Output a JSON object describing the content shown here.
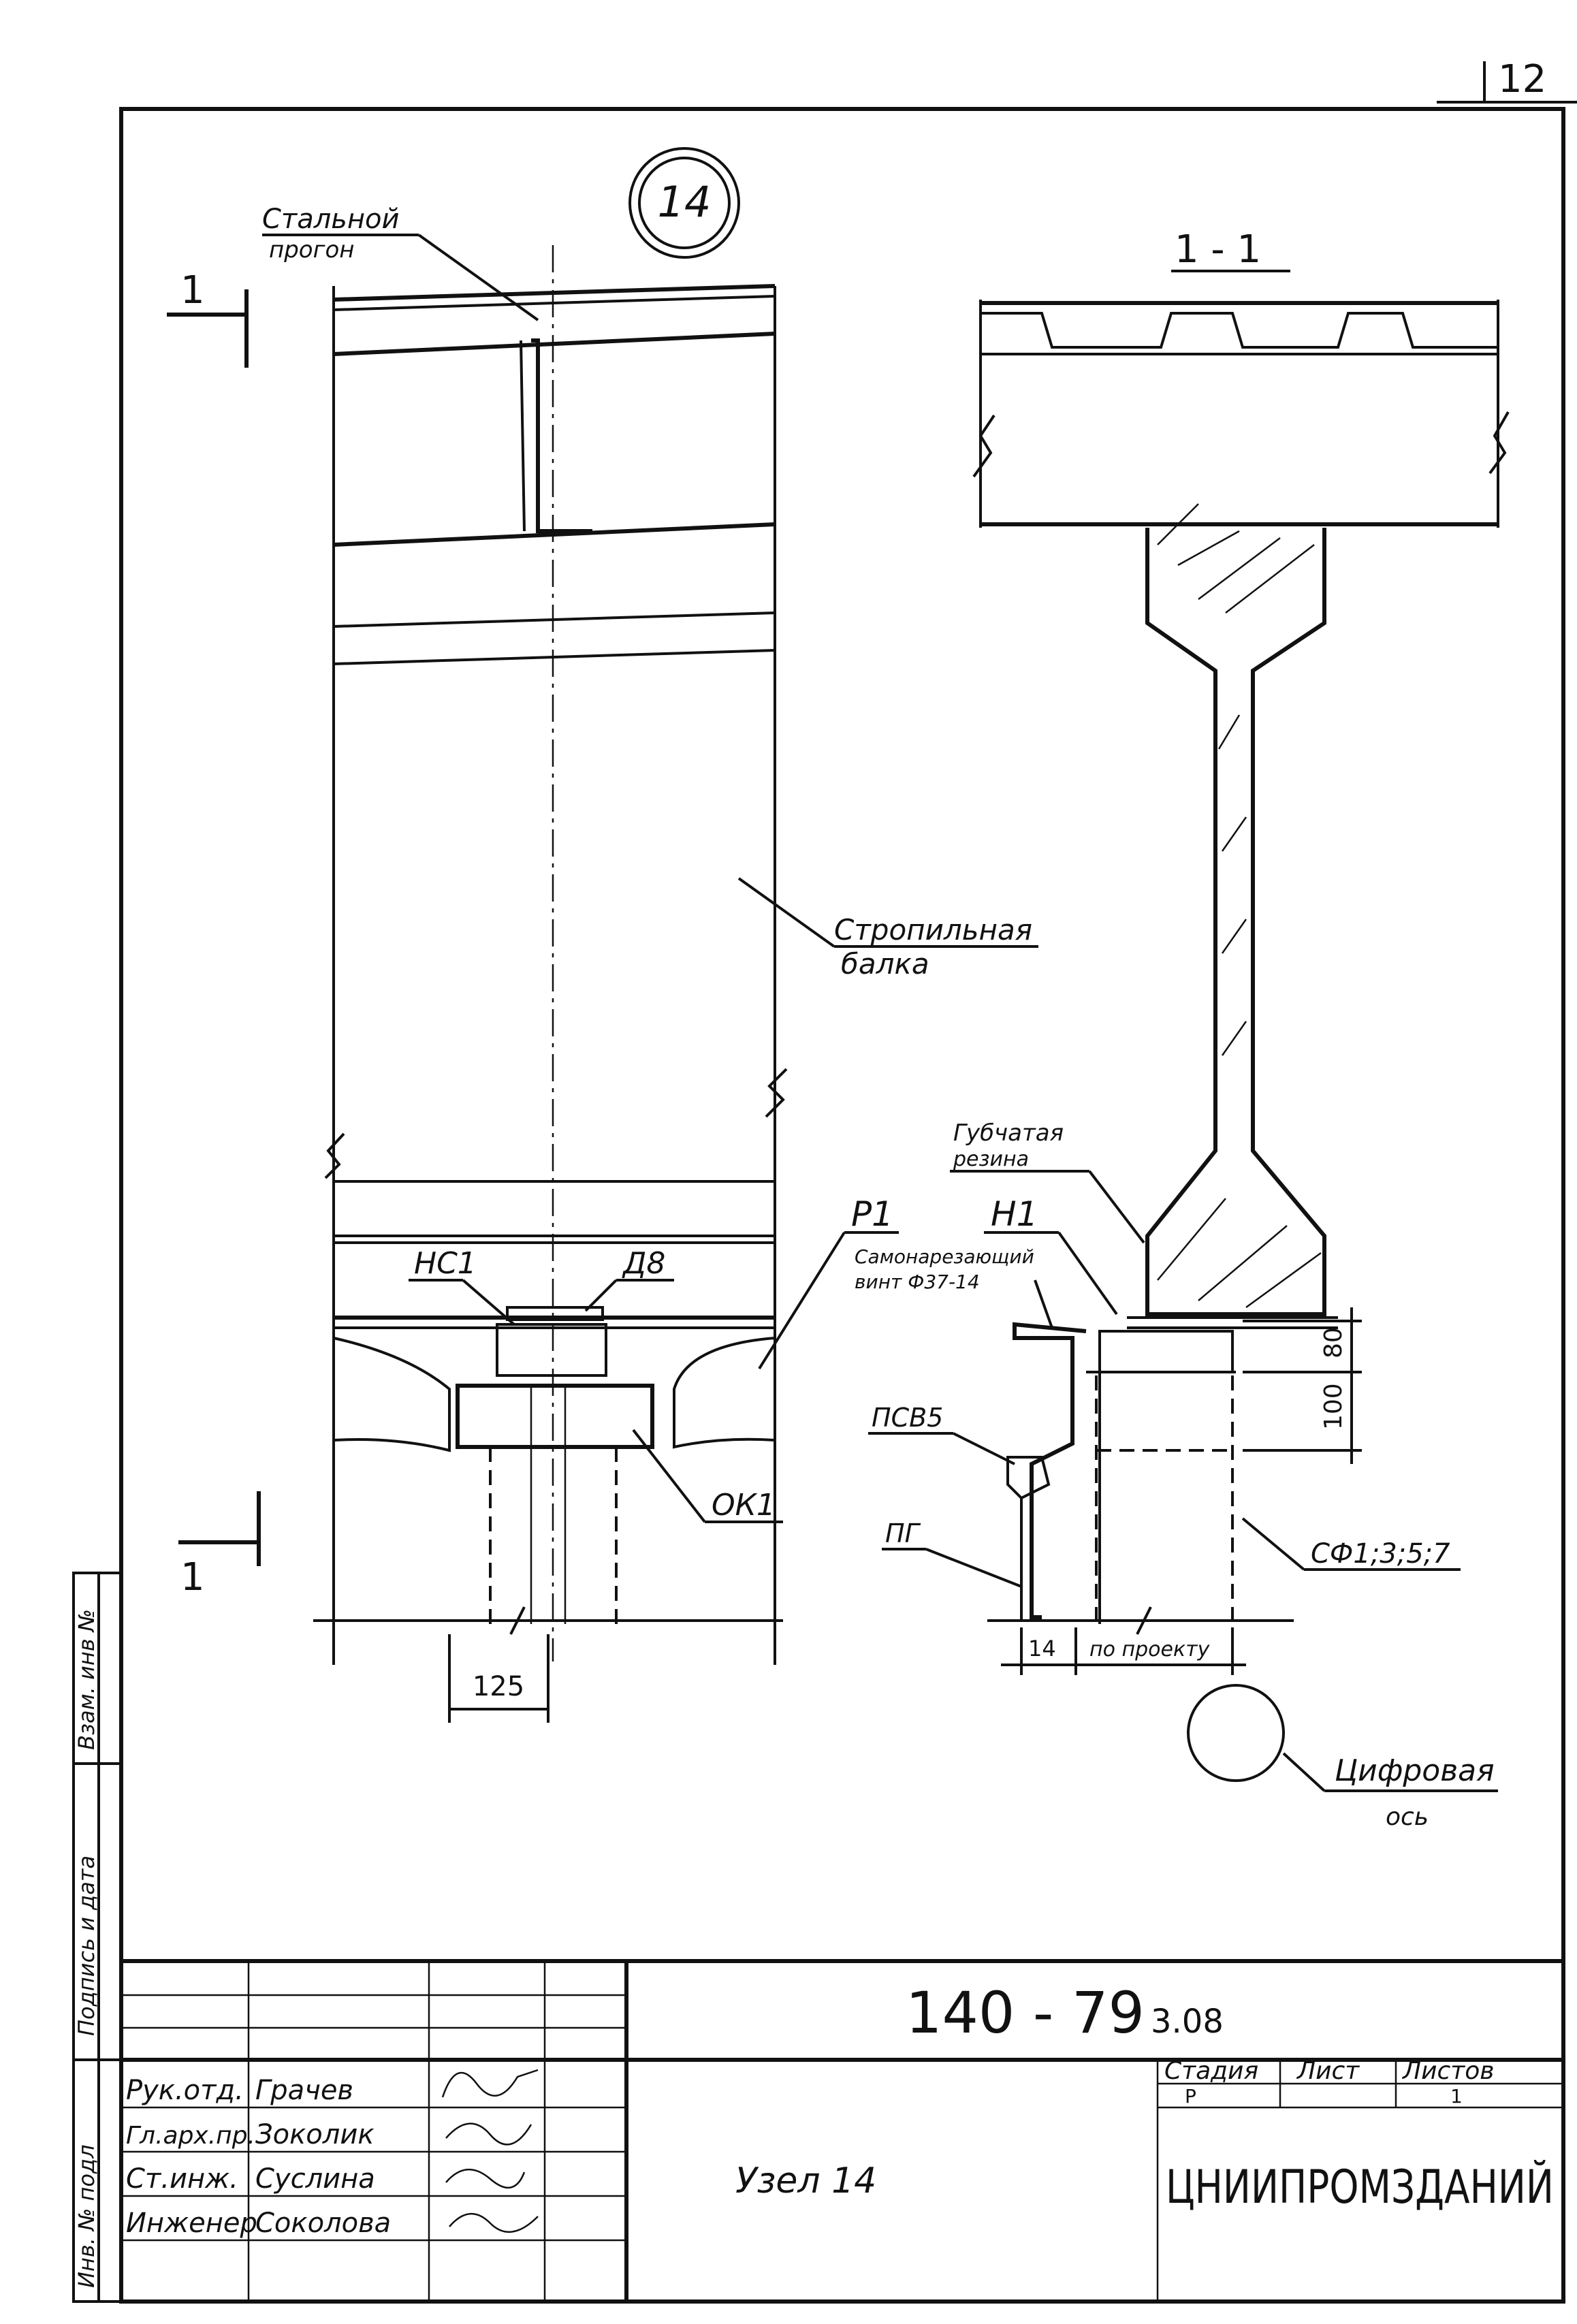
{
  "sheet_number": "12",
  "node_marker": "14",
  "section_label": "1 - 1",
  "cut_mark": "1",
  "callouts": {
    "steel_purlin": [
      "Стальной",
      "прогон"
    ],
    "rafter_beam": [
      "Стропильная",
      "балка"
    ],
    "sponge_rubber": [
      "Губчатая",
      "резина"
    ],
    "p1": "Р1",
    "h1": "Н1",
    "self_tapping_screw": [
      "Самонарезающий",
      "винт Ф37-14"
    ],
    "hc1": "НС1",
    "d8": "Д8",
    "pvb5": "ПСВ5",
    "pg": "ПГ",
    "ok1": "ОК1",
    "sf": "СФ1;3;5;7",
    "digital_axis": [
      "Цифровая",
      "ось"
    ]
  },
  "dimensions": {
    "d125": "125",
    "d80": "80",
    "d100": "100",
    "d14": "14",
    "by_project": "по проекту"
  },
  "side_stamp": {
    "inv_no_replaced": "Взам. инв №",
    "signature_date": "Подпись и дата",
    "inv_no_original": "Инв. № подл"
  },
  "title_block": {
    "doc_code_main": "140 - 79",
    "doc_code_suffix": "3.08",
    "title": "Узел 14",
    "col_stage": "Стадия",
    "col_sheet": "Лист",
    "col_sheets": "Листов",
    "stage_value": "Р",
    "sheets_value": "1",
    "organization": "ЦНИИПРОМЗДАНИЙ",
    "roles": [
      {
        "role": "Рук.отд.",
        "name": "Грачев"
      },
      {
        "role": "Гл.арх.пр.",
        "name": "Зоколик"
      },
      {
        "role": "Ст.инж.",
        "name": "Суслина"
      },
      {
        "role": "Инженер",
        "name": "Соколова"
      }
    ]
  }
}
